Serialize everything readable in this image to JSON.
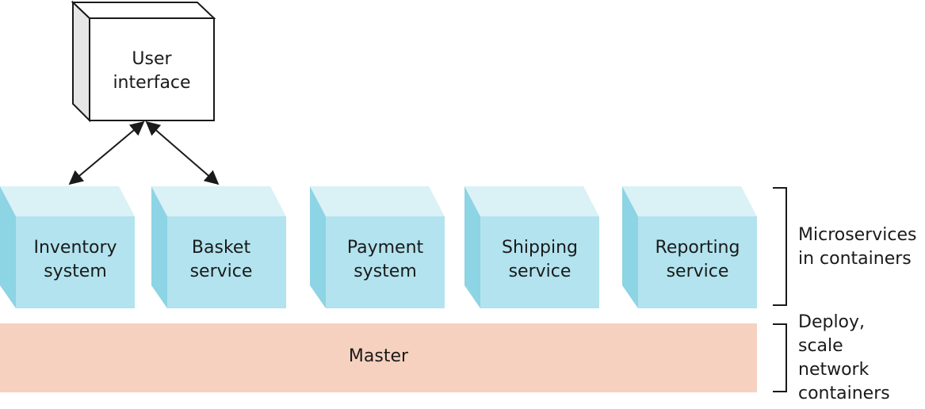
{
  "user_interface": {
    "label": "User\ninterface"
  },
  "services": [
    {
      "label": "Inventory\nsystem"
    },
    {
      "label": "Basket\nservice"
    },
    {
      "label": "Payment\nsystem"
    },
    {
      "label": "Shipping\nservice"
    },
    {
      "label": "Reporting\nservice"
    }
  ],
  "master": {
    "label": "Master"
  },
  "brackets": {
    "microservices": "Microservices\nin containers",
    "master": "Deploy,\nscale\nnetwork\ncontainers"
  },
  "colors": {
    "container_front": "#b2e3ee",
    "container_top": "#daf1f6",
    "container_side": "#8dd4e4",
    "master_fill": "#f6d1bf",
    "ui_front": "#ffffff",
    "ui_side": "#e6e6e6",
    "stroke": "#1a1a1a"
  }
}
